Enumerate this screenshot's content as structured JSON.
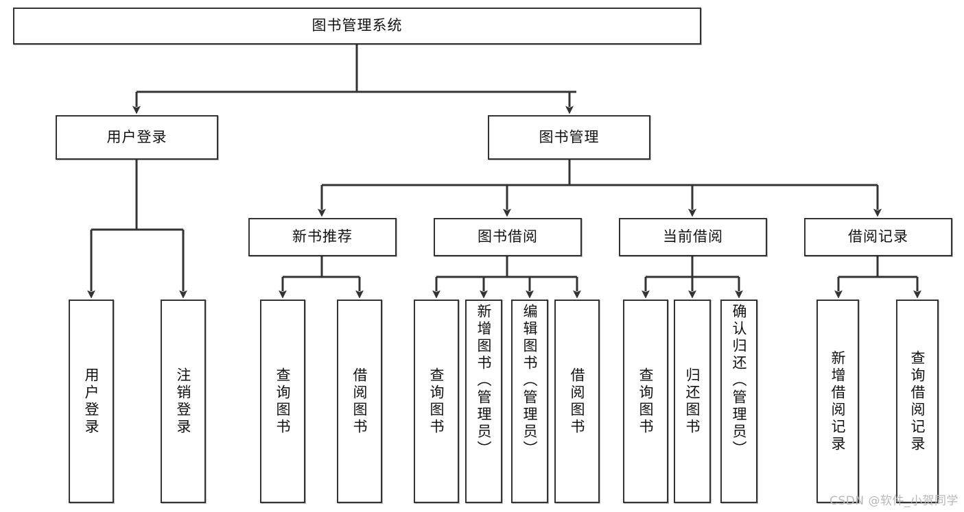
{
  "diagram": {
    "title_node": {
      "label": "图书管理系统"
    },
    "level2": [
      {
        "id": "user-login",
        "label": "用户登录"
      },
      {
        "id": "book-management",
        "label": "图书管理"
      }
    ],
    "level3": [
      {
        "id": "new-book-recommend",
        "label": "新书推荐"
      },
      {
        "id": "book-borrow",
        "label": "图书借阅"
      },
      {
        "id": "current-borrow",
        "label": "当前借阅"
      },
      {
        "id": "borrow-record",
        "label": "借阅记录"
      }
    ],
    "leaves": [
      {
        "id": "leaf-user-login",
        "parent": "user-login",
        "label": "用户登录",
        "align": "center"
      },
      {
        "id": "leaf-logout",
        "parent": "user-login",
        "label": "注销登录",
        "align": "center"
      },
      {
        "id": "leaf-query-book-1",
        "parent": "new-book-recommend",
        "label": "查询图书",
        "align": "center"
      },
      {
        "id": "leaf-borrow-book-1",
        "parent": "new-book-recommend",
        "label": "借阅图书",
        "align": "center"
      },
      {
        "id": "leaf-query-book-2",
        "parent": "book-borrow",
        "label": "查询图书",
        "align": "center"
      },
      {
        "id": "leaf-add-book",
        "parent": "book-borrow",
        "label": "新增图书（管理员）",
        "align": "top"
      },
      {
        "id": "leaf-edit-book",
        "parent": "book-borrow",
        "label": "编辑图书（管理员）",
        "align": "top"
      },
      {
        "id": "leaf-borrow-book-2",
        "parent": "book-borrow",
        "label": "借阅图书",
        "align": "center"
      },
      {
        "id": "leaf-query-book-3",
        "parent": "current-borrow",
        "label": "查询图书",
        "align": "center"
      },
      {
        "id": "leaf-return-book",
        "parent": "current-borrow",
        "label": "归还图书",
        "align": "center"
      },
      {
        "id": "leaf-confirm-return",
        "parent": "current-borrow",
        "label": "确认归还（管理员）",
        "align": "top"
      },
      {
        "id": "leaf-add-record",
        "parent": "borrow-record",
        "label": "新增借阅记录",
        "align": "center"
      },
      {
        "id": "leaf-query-record",
        "parent": "borrow-record",
        "label": "查询借阅记录",
        "align": "center"
      }
    ],
    "colors": {
      "stroke": "#333333",
      "background": "#ffffff",
      "text": "#111111",
      "watermark": "#b9b9b9"
    }
  },
  "watermark": {
    "text": "CSDN @软件_小贺同学"
  }
}
